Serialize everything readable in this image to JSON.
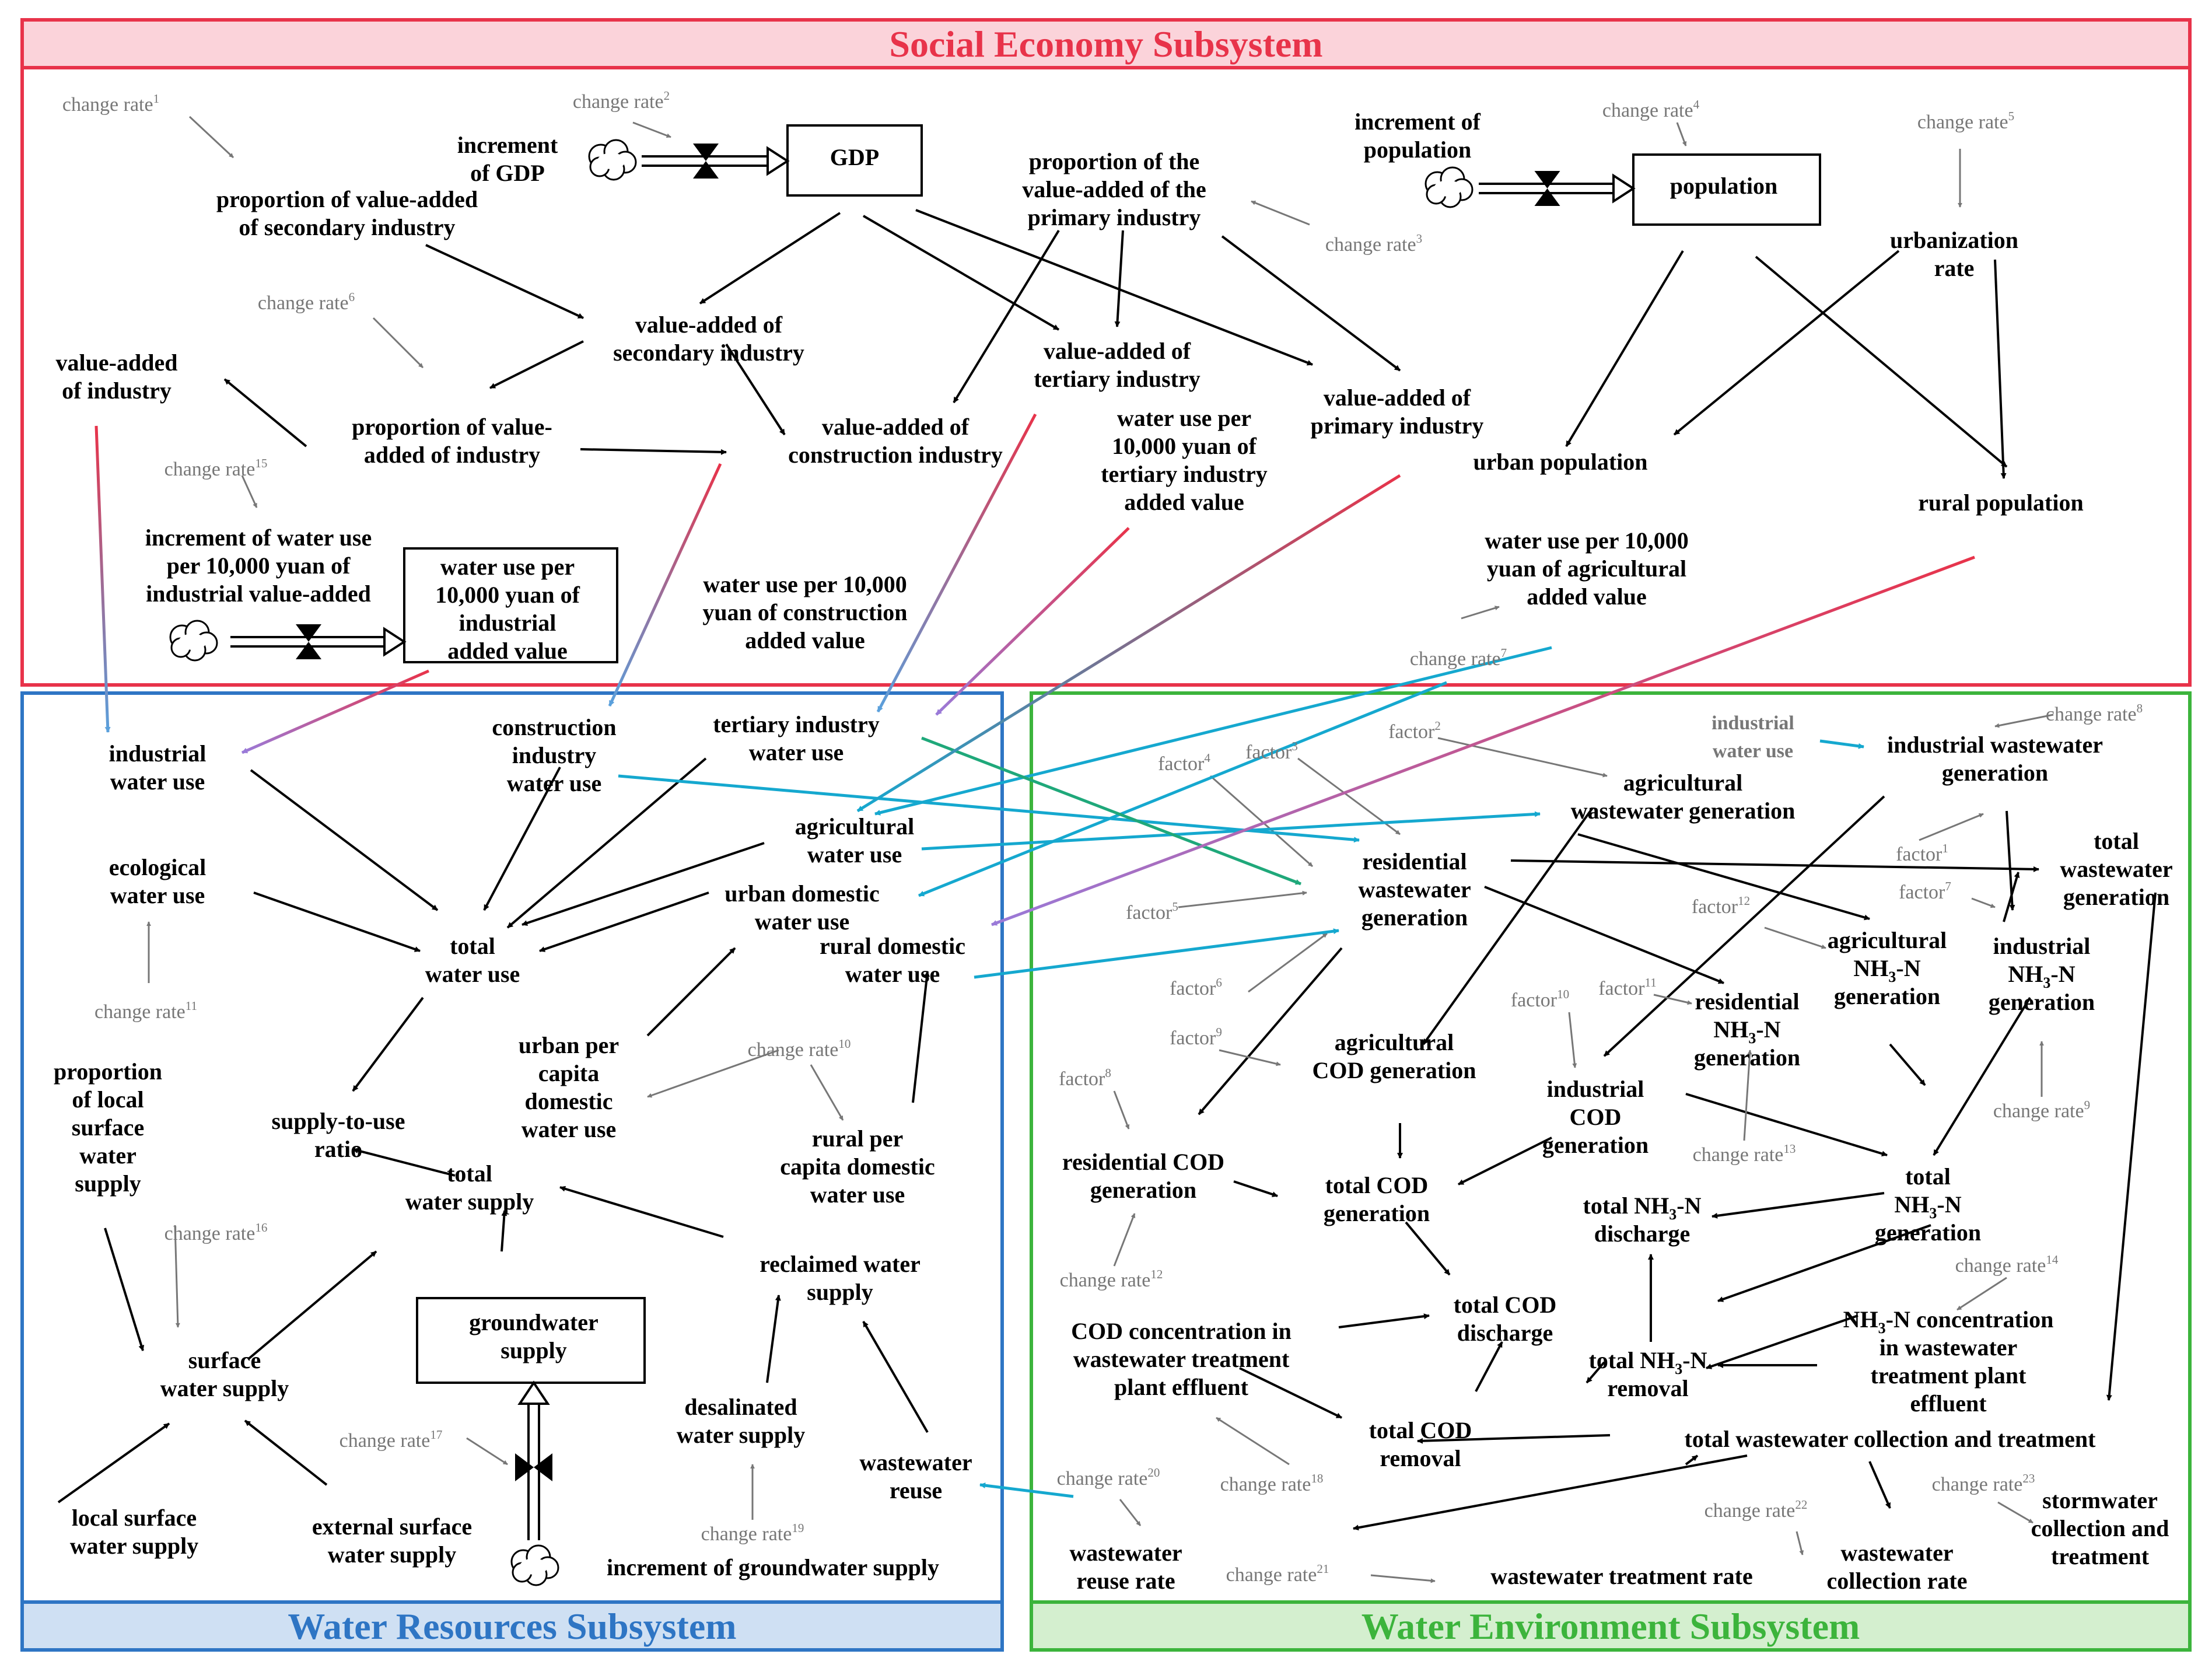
{
  "subsystems": {
    "social_economy": "Social Economy Subsystem",
    "water_resources": "Water Resources Subsystem",
    "water_environment": "Water Environment Subsystem"
  },
  "colors": {
    "social_economy": "#e8334a",
    "social_economy_bg": "#fbd3da",
    "water_resources": "#2e75c4",
    "water_resources_bg": "#cfe0f3",
    "water_environment": "#3cb43c",
    "water_environment_bg": "#d4efcf",
    "cyan_link": "#15a8cf",
    "black_link": "#000000",
    "grey_link": "#777777"
  },
  "nodes": {
    "cr1": [
      "change rate",
      "1"
    ],
    "cr2": [
      "change rate",
      "2"
    ],
    "cr3": [
      "change rate",
      "3"
    ],
    "cr4": [
      "change rate",
      "4"
    ],
    "cr5": [
      "change rate",
      "5"
    ],
    "cr6": [
      "change rate",
      "6"
    ],
    "cr7": [
      "change rate",
      "7"
    ],
    "cr8": [
      "change rate",
      "8"
    ],
    "cr9": [
      "change rate",
      "9"
    ],
    "cr10": [
      "change rate",
      "10"
    ],
    "cr11": [
      "change rate",
      "11"
    ],
    "cr12": [
      "change rate",
      "12"
    ],
    "cr13": [
      "change rate",
      "13"
    ],
    "cr14": [
      "change rate",
      "14"
    ],
    "cr15": [
      "change rate",
      "15"
    ],
    "cr16": [
      "change rate",
      "16"
    ],
    "cr17": [
      "change rate",
      "17"
    ],
    "cr18": [
      "change rate",
      "18"
    ],
    "cr19": [
      "change rate",
      "19"
    ],
    "cr20": [
      "change rate",
      "20"
    ],
    "cr21": [
      "change rate",
      "21"
    ],
    "cr22": [
      "change rate",
      "22"
    ],
    "cr23": [
      "change rate",
      "23"
    ],
    "f1": [
      "factor",
      "1"
    ],
    "f2": [
      "factor",
      "2"
    ],
    "f3": [
      "factor",
      "3"
    ],
    "f4": [
      "factor",
      "4"
    ],
    "f5": [
      "factor",
      "5"
    ],
    "f6": [
      "factor",
      "6"
    ],
    "f7": [
      "factor",
      "7"
    ],
    "f8": [
      "factor",
      "8"
    ],
    "f9": [
      "factor",
      "9"
    ],
    "f10": [
      "factor",
      "10"
    ],
    "f11": [
      "factor",
      "11"
    ],
    "f12": [
      "factor",
      "12"
    ],
    "incGDP": [
      "increment",
      "of GDP"
    ],
    "GDP": [
      "GDP"
    ],
    "propSec": [
      "proportion of value-added",
      "of secondary industry"
    ],
    "propPrim": [
      "proportion of the",
      "value-added of the",
      "primary industry"
    ],
    "incPop": [
      "increment of",
      "population"
    ],
    "population": [
      "population"
    ],
    "urbRate": [
      "urbanization",
      "rate"
    ],
    "vaInd": [
      "value-added",
      "of  industry"
    ],
    "vaSec": [
      "value-added of",
      "secondary industry"
    ],
    "vaTer": [
      "value-added of",
      "tertiary industry"
    ],
    "vaPrim": [
      "value-added of",
      "primary industry"
    ],
    "propInd": [
      "proportion of value-",
      "added of industry"
    ],
    "vaCon": [
      "value-added of",
      "construction industry"
    ],
    "wuTer": [
      "water use per",
      "10,000 yuan of",
      "tertiary industry",
      "added value"
    ],
    "urbPop": [
      "urban population"
    ],
    "rurPop": [
      "rural population"
    ],
    "incWuInd": [
      "increment of water use",
      "per 10,000 yuan of",
      "industrial value-added"
    ],
    "wuInd": [
      "water use per",
      "10,000 yuan of",
      "industrial",
      "added value"
    ],
    "wuCon": [
      "water use per 10,000",
      "yuan of construction",
      "added value"
    ],
    "wuAgr": [
      "water use per 10,000",
      "yuan of agricultural",
      "added value"
    ],
    "indWU": [
      "industrial",
      "water use"
    ],
    "conWU": [
      "construction",
      "industry",
      "water use"
    ],
    "terWU": [
      "tertiary industry",
      "water use"
    ],
    "agrWU": [
      "agricultural",
      "water use"
    ],
    "ecoWU": [
      "ecological",
      "water use"
    ],
    "urbDomWU": [
      "urban domestic",
      "water use"
    ],
    "rurDomWU": [
      "rural domestic",
      "water use"
    ],
    "totalWU": [
      "total",
      "water use"
    ],
    "urbPCWU": [
      "urban per",
      "capita",
      "domestic",
      "water use"
    ],
    "rurPCWU": [
      "rural per",
      "capita domestic",
      "water use"
    ],
    "supplyRatio": [
      "supply-to-use",
      "ratio"
    ],
    "totalWS": [
      "total",
      "water supply"
    ],
    "propLocal": [
      "proportion",
      "of local",
      "surface",
      "water",
      "supply"
    ],
    "gwSupply": [
      "groundwater",
      "supply"
    ],
    "reclaimed": [
      "reclaimed water",
      "supply"
    ],
    "surfaceWS": [
      "surface",
      "water supply"
    ],
    "desal": [
      "desalinated",
      "water supply"
    ],
    "wwReuse": [
      "wastewater",
      "reuse"
    ],
    "localSWS": [
      "local surface",
      "water supply"
    ],
    "extSWS": [
      "external surface",
      "water supply"
    ],
    "incGW": [
      "increment of groundwater supply"
    ],
    "indWUgrey": [
      "industrial",
      "water use"
    ],
    "indWWG": [
      "industrial wastewater",
      "generation"
    ],
    "agrWWG": [
      "agricultural",
      "wastewater generation"
    ],
    "totWWG": [
      "total",
      "wastewater",
      "generation"
    ],
    "resWWG": [
      "residential",
      "wastewater",
      "generation"
    ],
    "agrNH": [
      "agricultural",
      "NH3-N",
      "generation"
    ],
    "indNH": [
      "industrial",
      "NH3-N",
      "generation"
    ],
    "resNH": [
      "residential",
      "NH3-N",
      "generation"
    ],
    "agrCOD": [
      "agricultural",
      "COD generation"
    ],
    "indCOD": [
      "industrial",
      "COD",
      "generation"
    ],
    "resCOD": [
      "residential COD",
      "generation"
    ],
    "totCODgen": [
      "total COD",
      "generation"
    ],
    "totNHgen": [
      "total",
      "NH3-N",
      "generation"
    ],
    "totNHdis": [
      "total NH3-N",
      "discharge"
    ],
    "totCODdis": [
      "total COD",
      "discharge"
    ],
    "totNHrem": [
      "total NH3-N",
      "removal"
    ],
    "nhConc": [
      "NH3-N concentration",
      "in wastewater",
      "treatment plant",
      "effluent"
    ],
    "codConc": [
      "COD concentration in",
      "wastewater treatment",
      "plant effluent"
    ],
    "totCODrem": [
      "total COD",
      "removal"
    ],
    "totWWCT": [
      "total wastewater collection and treatment"
    ],
    "wwReuseRate": [
      "wastewater",
      "reuse rate"
    ],
    "wwTreatRate": [
      "wastewater treatment rate"
    ],
    "wwCollRate": [
      "wastewater",
      "collection rate"
    ],
    "stormwater": [
      "stormwater",
      "collection and",
      "treatment"
    ]
  }
}
